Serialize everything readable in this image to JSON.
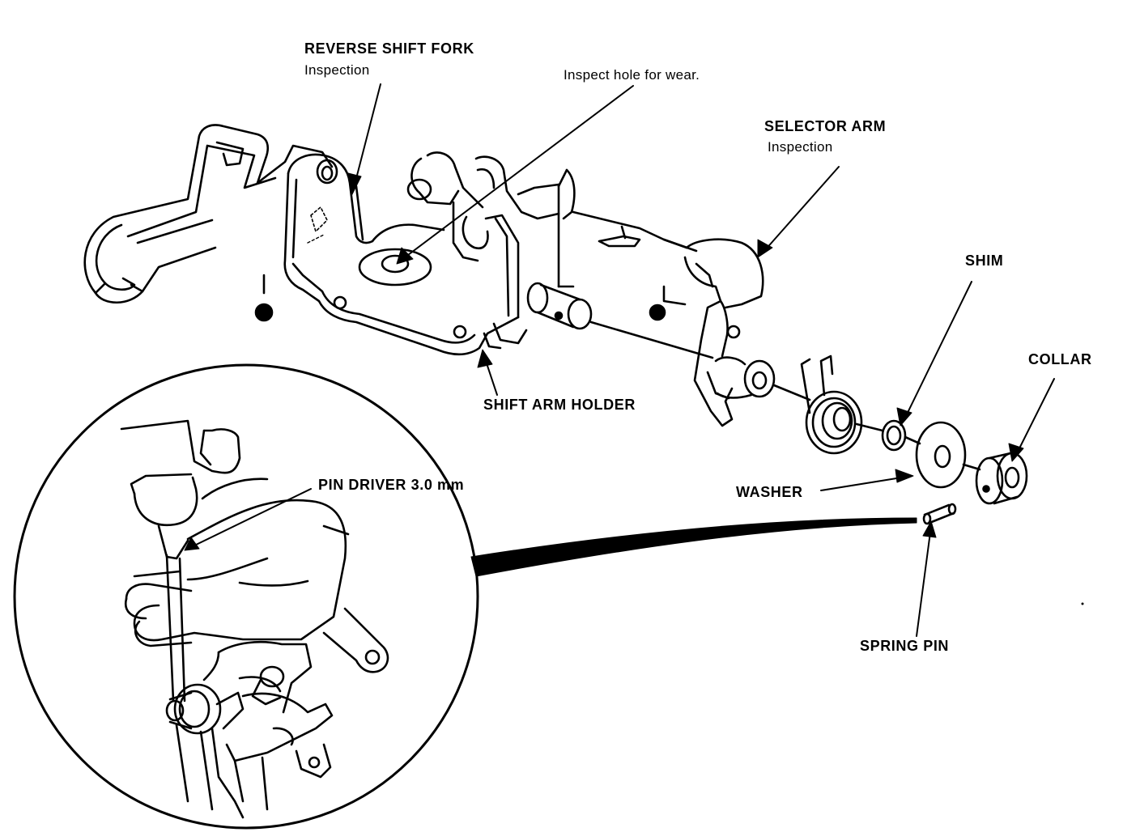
{
  "labels": {
    "reverse_shift_fork": "REVERSE SHIFT FORK",
    "reverse_shift_fork_note": "Inspection",
    "inspect_hole": "Inspect hole for wear.",
    "selector_arm": "SELECTOR ARM",
    "selector_arm_note": "Inspection",
    "shim": "SHIM",
    "collar": "COLLAR",
    "shift_arm_holder": "SHIFT ARM HOLDER",
    "washer": "WASHER",
    "pin_driver": "PIN DRIVER 3.0 mm",
    "spring_pin": "SPRING PIN"
  },
  "colors": {
    "ink": "#000000",
    "paper": "#ffffff"
  }
}
